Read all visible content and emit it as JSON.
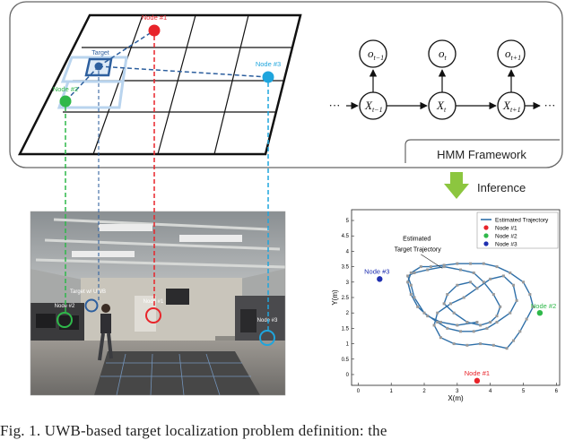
{
  "top_panel": {
    "grid_nodes": {
      "node1": "Node #1",
      "node2": "Node #2",
      "node3": "Node #3",
      "target": "Target"
    },
    "hmm": {
      "obs_prev": "o",
      "obs_prev_sub": "t−1",
      "obs_cur": "o",
      "obs_cur_sub": "t",
      "obs_next": "o",
      "obs_next_sub": "t+1",
      "state_prev": "X",
      "state_prev_sub": "t−1",
      "state_cur": "X",
      "state_cur_sub": "t",
      "state_next": "X",
      "state_next_sub": "t+1",
      "ellipsis_left": "···",
      "ellipsis_right": "···"
    },
    "framework_label": "HMM Framework"
  },
  "inference_label": "Inference",
  "photo": {
    "node1": "Node #1",
    "node2": "Node #2",
    "node3": "Node #3",
    "target": "Target w/ UWB"
  },
  "colors": {
    "node1": "#e8242a",
    "node2": "#2fb84a",
    "node3": "#1fa5dd",
    "target": "#2d5f9e",
    "trajectory": "#2e6fa8",
    "arrow": "#8cc63f"
  },
  "chart_data": {
    "type": "scatter",
    "annotation": "Estimated\nTarget Trajectory",
    "annotation_line1": "Estimated",
    "annotation_line2": "Target Trajectory",
    "xlabel": "X(m)",
    "ylabel": "Y(m)",
    "xlim": [
      -0.2,
      6.1
    ],
    "ylim": [
      -0.35,
      5.35
    ],
    "xticks": [
      0,
      1,
      2,
      3,
      4,
      5,
      6
    ],
    "yticks": [
      0,
      0.5,
      1,
      1.5,
      2,
      2.5,
      3,
      3.5,
      4,
      4.5,
      5
    ],
    "grid": false,
    "legend_position": "top-right",
    "legend": [
      "Estimated Trajectory",
      "Node #1",
      "Node #2",
      "Node #3"
    ],
    "nodes": [
      {
        "name": "Node #1",
        "x": 3.6,
        "y": -0.2,
        "label": "Node #1"
      },
      {
        "name": "Node #2",
        "x": 5.5,
        "y": 2.0,
        "label": "Node #2"
      },
      {
        "name": "Node #3",
        "x": 0.65,
        "y": 3.1,
        "label": "Node #3"
      }
    ],
    "series": [
      {
        "name": "Estimated Trajectory",
        "x": [
          3.6,
          3.0,
          2.5,
          2.1,
          1.8,
          1.6,
          1.5,
          1.6,
          1.9,
          2.2,
          2.6,
          3.0,
          3.4,
          3.8,
          4.2,
          4.6,
          5.0,
          5.2,
          5.3,
          5.1,
          4.9,
          4.7,
          4.5,
          4.1,
          3.7,
          3.3,
          2.9,
          2.5,
          2.3,
          2.4,
          2.8,
          3.2,
          3.6,
          4.0,
          4.4,
          4.7,
          4.8,
          4.6,
          4.2,
          3.9,
          3.5,
          3.1,
          2.7,
          2.4,
          2.0,
          1.7,
          1.6,
          1.5,
          1.7,
          2.1,
          2.6,
          3.1,
          3.5,
          3.8,
          4.1,
          4.3,
          4.2,
          4.0,
          3.7,
          3.3,
          2.9,
          2.6,
          2.7,
          3.0,
          3.4,
          3.6
        ],
        "y": [
          1.7,
          1.6,
          1.7,
          1.9,
          2.2,
          2.6,
          3.0,
          3.3,
          3.5,
          3.5,
          3.55,
          3.6,
          3.6,
          3.6,
          3.5,
          3.3,
          3.0,
          2.6,
          2.2,
          1.8,
          1.4,
          1.1,
          0.85,
          0.95,
          1.0,
          0.95,
          1.0,
          1.2,
          1.6,
          2.0,
          2.3,
          2.5,
          2.8,
          3.1,
          3.2,
          2.9,
          2.4,
          2.0,
          1.7,
          1.5,
          1.4,
          1.4,
          1.5,
          1.7,
          2.0,
          2.5,
          2.9,
          3.2,
          3.3,
          3.4,
          3.5,
          3.4,
          3.3,
          3.0,
          2.6,
          2.2,
          1.9,
          1.7,
          1.6,
          1.7,
          2.0,
          2.3,
          2.6,
          2.9,
          3.0,
          2.8
        ]
      }
    ]
  },
  "caption_text": "Fig.  1.   UWB-based target localization problem definition: the"
}
